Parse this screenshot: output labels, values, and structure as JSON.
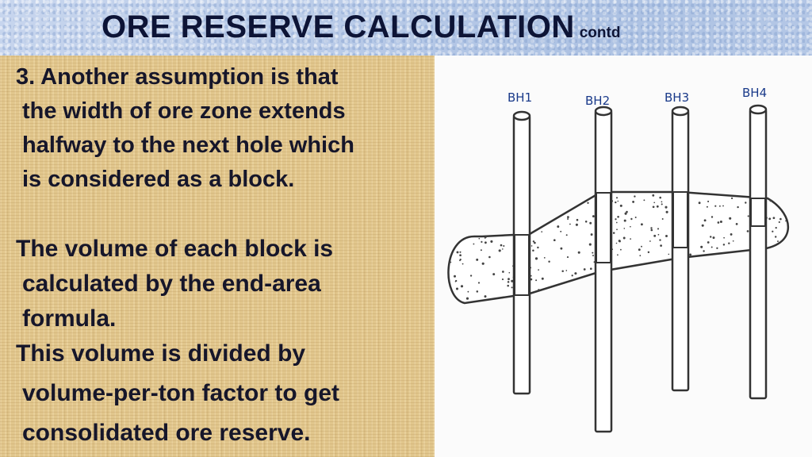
{
  "slide": {
    "title": "ORE RESERVE CALCULATION",
    "title_suffix": "contd",
    "paragraph1": {
      "line1": "3. Another assumption is that",
      "line2": "the width of ore zone extends",
      "line3": "halfway to the next hole which",
      "line4": "is considered as a block."
    },
    "paragraph2": {
      "line1": "The volume of each block is",
      "line2": "calculated by the end-area",
      "line3": "formula."
    },
    "paragraph3": {
      "line1": "This volume is divided by",
      "line2": "volume-per-ton factor to get",
      "line3": "consolidated ore reserve."
    }
  },
  "sketch": {
    "boreholes": [
      "BH1",
      "BH2",
      "BH3",
      "BH4"
    ]
  },
  "colors": {
    "title_text": "#0d1436",
    "body_text": "#16162a",
    "panel_bg": "#e1c68c",
    "sketch_bg": "#fbfbfb"
  }
}
